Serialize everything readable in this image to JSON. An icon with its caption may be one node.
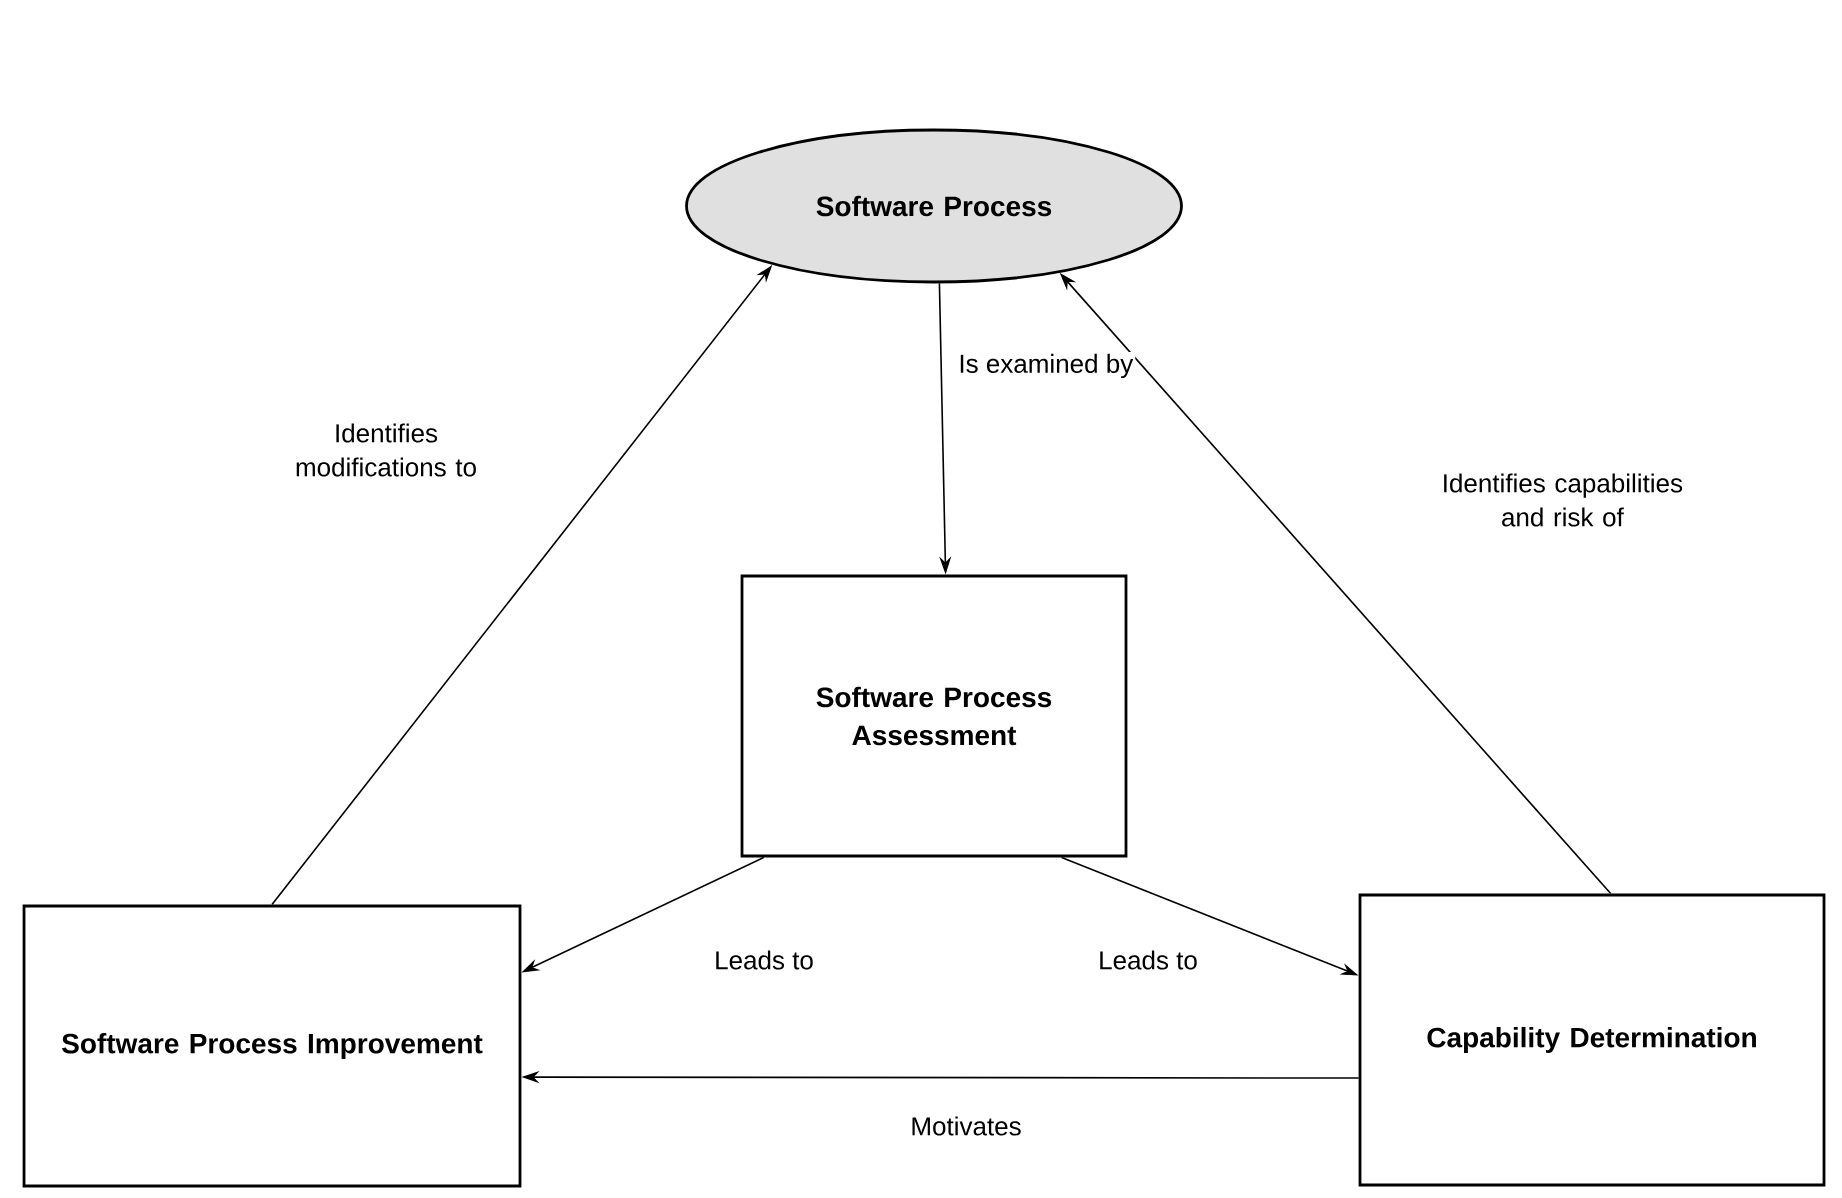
{
  "diagram": {
    "nodes": [
      {
        "text": [
          "Software Process"
        ]
      },
      {
        "text": [
          "Software Process Assessment"
        ]
      },
      {
        "text": [
          "Software Process Improvement"
        ]
      },
      {
        "text": [
          "Capability Determination"
        ]
      }
    ],
    "edges": [
      {
        "from": 0,
        "to": 1,
        "arrow": "to",
        "label": "Is examined by"
      },
      {
        "from": 1,
        "to": 2,
        "arrow": "to",
        "label": "Leads to"
      },
      {
        "from": 1,
        "to": 3,
        "arrow": "to",
        "label": "Leads to"
      },
      {
        "from": 3,
        "to": 2,
        "arrow": "to",
        "label": "Motivates"
      },
      {
        "from": 2,
        "to": 0,
        "arrow": "to",
        "label": "Identifies modifications to"
      },
      {
        "from": 3,
        "to": 0,
        "arrow": "to",
        "label": "Identifies capabilities and risk of"
      }
    ]
  }
}
